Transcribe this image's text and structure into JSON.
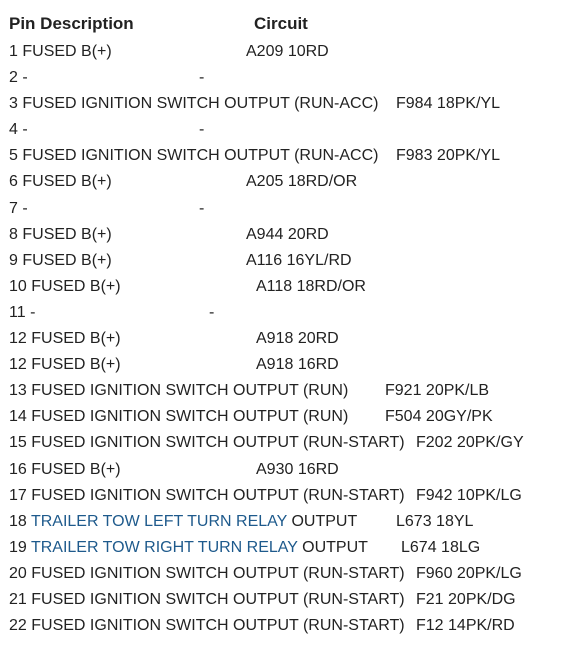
{
  "header": {
    "pin_description": "Pin Description",
    "circuit": "Circuit"
  },
  "link_color": "#1e5a8c",
  "rows": [
    {
      "pin": "1",
      "desc": "FUSED B(+)",
      "circuit": "A209 10RD"
    },
    {
      "pin": "2",
      "desc": "-",
      "circuit": "-"
    },
    {
      "pin": "3",
      "desc": "FUSED IGNITION SWITCH OUTPUT (RUN-ACC)",
      "circuit": "F984 18PK/YL"
    },
    {
      "pin": "4",
      "desc": "-",
      "circuit": "-"
    },
    {
      "pin": "5",
      "desc": "FUSED IGNITION SWITCH OUTPUT (RUN-ACC)",
      "circuit": "F983 20PK/YL"
    },
    {
      "pin": "6",
      "desc": "FUSED B(+)",
      "circuit": "A205 18RD/OR"
    },
    {
      "pin": "7",
      "desc": "-",
      "circuit": "-"
    },
    {
      "pin": "8",
      "desc": "FUSED B(+)",
      "circuit": "A944 20RD"
    },
    {
      "pin": "9",
      "desc": "FUSED B(+)",
      "circuit": "A116 16YL/RD"
    },
    {
      "pin": "10",
      "desc": "FUSED B(+)",
      "circuit": "A118 18RD/OR"
    },
    {
      "pin": "11",
      "desc": "-",
      "circuit": "-"
    },
    {
      "pin": "12",
      "desc": "FUSED B(+)",
      "circuit": "A918 20RD"
    },
    {
      "pin": "12",
      "desc": "FUSED B(+)",
      "circuit": "A918 16RD"
    },
    {
      "pin": "13",
      "desc": "FUSED IGNITION SWITCH OUTPUT (RUN)",
      "circuit": "F921 20PK/LB"
    },
    {
      "pin": "14",
      "desc": "FUSED IGNITION SWITCH OUTPUT (RUN)",
      "circuit": "F504 20GY/PK"
    },
    {
      "pin": "15",
      "desc": "FUSED IGNITION SWITCH OUTPUT (RUN-START)",
      "circuit": "F202 20PK/GY"
    },
    {
      "pin": "16",
      "desc": "FUSED B(+)",
      "circuit": "A930 16RD"
    },
    {
      "pin": "17",
      "desc": "FUSED IGNITION SWITCH OUTPUT (RUN-START)",
      "circuit": "F942 10PK/LG"
    },
    {
      "pin": "18",
      "link": "TRAILER TOW LEFT TURN RELAY",
      "desc": "OUTPUT",
      "circuit": "L673 18YL"
    },
    {
      "pin": "19",
      "link": "TRAILER TOW RIGHT TURN RELAY",
      "desc": "OUTPUT",
      "circuit": "L674 18LG"
    },
    {
      "pin": "20",
      "desc": "FUSED IGNITION SWITCH OUTPUT (RUN-START)",
      "circuit": "F960 20PK/LG"
    },
    {
      "pin": "21",
      "desc": "FUSED IGNITION SWITCH OUTPUT (RUN-START)",
      "circuit": "F21 20PK/DG"
    },
    {
      "pin": "22",
      "desc": "FUSED IGNITION SWITCH OUTPUT (RUN-START)",
      "circuit": "F12 14PK/RD"
    }
  ]
}
